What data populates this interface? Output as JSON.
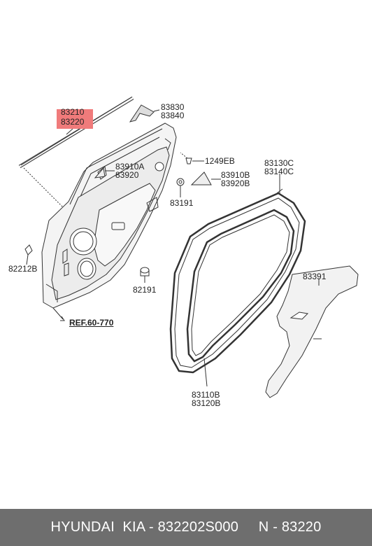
{
  "labels": {
    "p83210": "83210",
    "p83220": "83220",
    "p83830": "83830",
    "p83840": "83840",
    "p1249EB": "1249EB",
    "p83910A": "83910A",
    "p83920": "83920",
    "p83910B": "83910B",
    "p83920B": "83920B",
    "p83191": "83191",
    "p83130C": "83130C",
    "p83140C": "83140C",
    "p82212B": "82212B",
    "p82191": "82191",
    "p83391": "83391",
    "ref": "REF.60-770",
    "p83110B": "83110B",
    "p83120B": "83120B"
  },
  "highlight": {
    "part": "83220",
    "color": "#f07b7b"
  },
  "footer": {
    "text": "HYUNDAI  KIA - 832202S000     N - 83220"
  }
}
